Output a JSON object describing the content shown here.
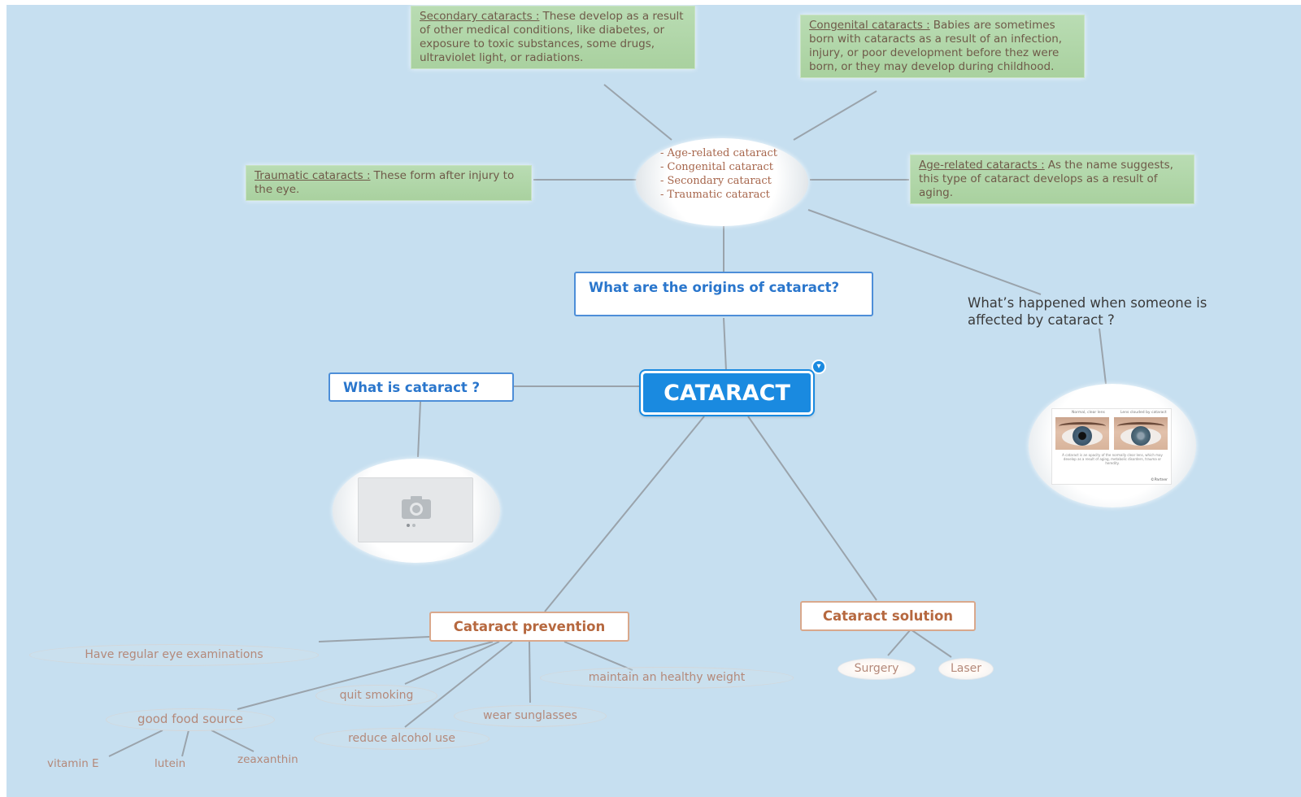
{
  "central": {
    "label": "CATARACT"
  },
  "origins": {
    "question": "What are the origins of cataract?",
    "types": [
      "- Age-related cataract",
      "- Congenital cataract",
      "- Secondary cataract",
      "- Traumatic cataract"
    ],
    "notes": {
      "secondary": {
        "lead": "Secondary cataracts :",
        "text": "These develop as a result of other medical conditions, like diabetes, or exposure to toxic substances, some drugs, ultraviolet light, or radiations."
      },
      "congenital": {
        "lead": "Congenital cataracts :",
        "text": "Babies are sometimes born with cataracts as a result of an infection, injury, or poor development before thez were born, or they may develop during childhood."
      },
      "traumatic": {
        "lead": "Traumatic cataracts :",
        "text": "These form after injury to the eye."
      },
      "age_related": {
        "lead": "Age-related cataracts :",
        "text": "As the name suggests, this type of cataract develops as a result of aging."
      }
    }
  },
  "what_is": {
    "question": "What is cataract ?"
  },
  "happened": {
    "question": "What’s happened when someone is affected by cataract ?",
    "image": {
      "left_caption": "Normal, clear lens",
      "right_caption": "Lens clouded by cataract",
      "description": "A cataract is an opacity of the normally clear lens, which may develop as a result of aging, metabolic disorders, trauma or heredity.",
      "signature": "©Partner"
    }
  },
  "prevention": {
    "label": "Cataract prevention",
    "items": {
      "exams": "Have regular eye examinations",
      "weight": "maintain an healthy weight",
      "smoking": "quit smoking",
      "sunglasses": "wear sunglasses",
      "food": "good food source",
      "alcohol": "reduce alcohol use"
    },
    "food_items": [
      "vitamin E",
      "lutein",
      "zeaxanthin"
    ]
  },
  "solution": {
    "label": "Cataract solution",
    "items": [
      "Surgery",
      "Laser"
    ]
  },
  "icons": {
    "camera": "camera-icon",
    "collapse": "chevron-down-icon"
  },
  "colors": {
    "canvas": "#c6dff0",
    "central_fill": "#1a8ae0",
    "question_text": "#2a76cc",
    "branch_text": "#b6683f",
    "note_fill": "#b9dcb3",
    "connector": "#9aa3ab"
  }
}
